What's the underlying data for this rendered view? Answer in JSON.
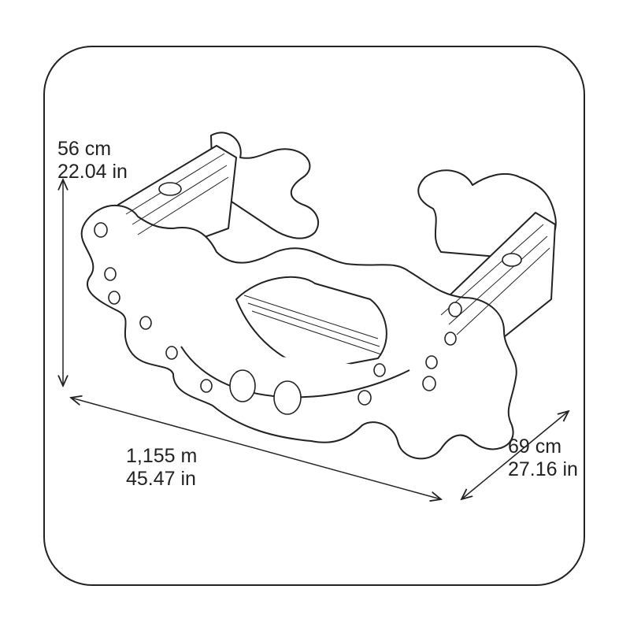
{
  "dimensions": {
    "height": {
      "metric": "56 cm",
      "imperial": "22.04 in"
    },
    "length": {
      "metric": "1,155 m",
      "imperial": "45.47 in"
    },
    "depth": {
      "metric": "69 cm",
      "imperial": "27.16 in"
    }
  }
}
